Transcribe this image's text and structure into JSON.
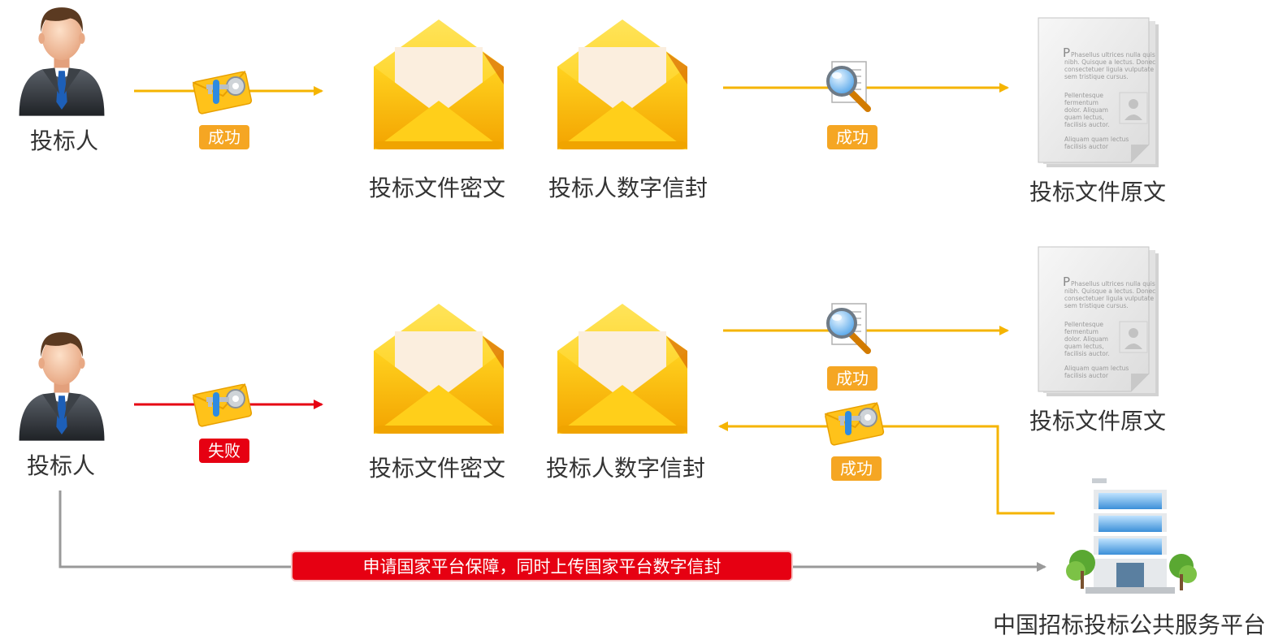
{
  "labels": {
    "bidder": "投标人",
    "cipher": "投标文件密文",
    "envelope": "投标人数字信封",
    "plaintext": "投标文件原文",
    "platform": "中国招标投标公共服务平台"
  },
  "status": {
    "success": "成功",
    "failure": "失败"
  },
  "banner": "申请国家平台保障，同时上传国家平台数字信封",
  "doc_text": {
    "p1": [
      "Phasellus ultrices nulla quis",
      "nibh. Quisque a lectus. Donec",
      "consectetuer ligula vulputate",
      "sem tristique cursus."
    ],
    "p2": [
      "Pellentesque",
      "fermentum",
      "dolor. Aliquam",
      "quam lectus,",
      "facilisis auctor."
    ],
    "p3": [
      "Aliquam quam lectus",
      "facilisis auctor"
    ]
  },
  "colors": {
    "success_line": "#f5b400",
    "failure_line": "#e60012",
    "guarantee_line": "#999999",
    "badge_success": "#f5a623",
    "badge_failure": "#e60012"
  }
}
